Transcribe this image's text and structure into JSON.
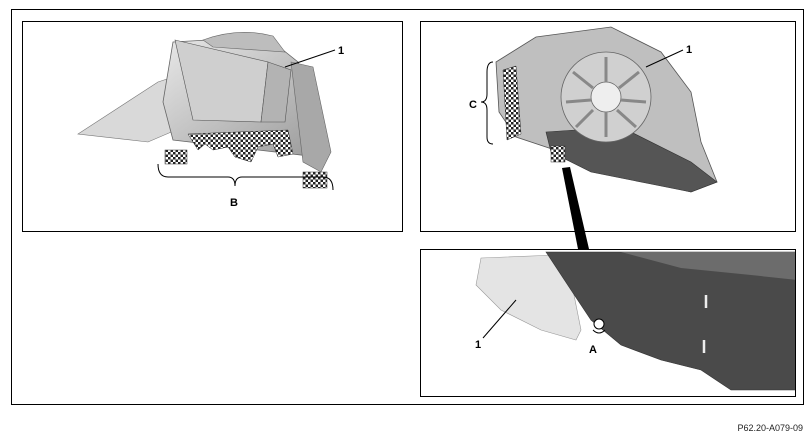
{
  "panel_b": {
    "callout_1": "1",
    "callout_b": "B"
  },
  "panel_c": {
    "callout_1": "1",
    "callout_c": "C"
  },
  "panel_a": {
    "callout_1": "1",
    "callout_a": "A"
  },
  "figure_ref": "P62.20-A079-09"
}
